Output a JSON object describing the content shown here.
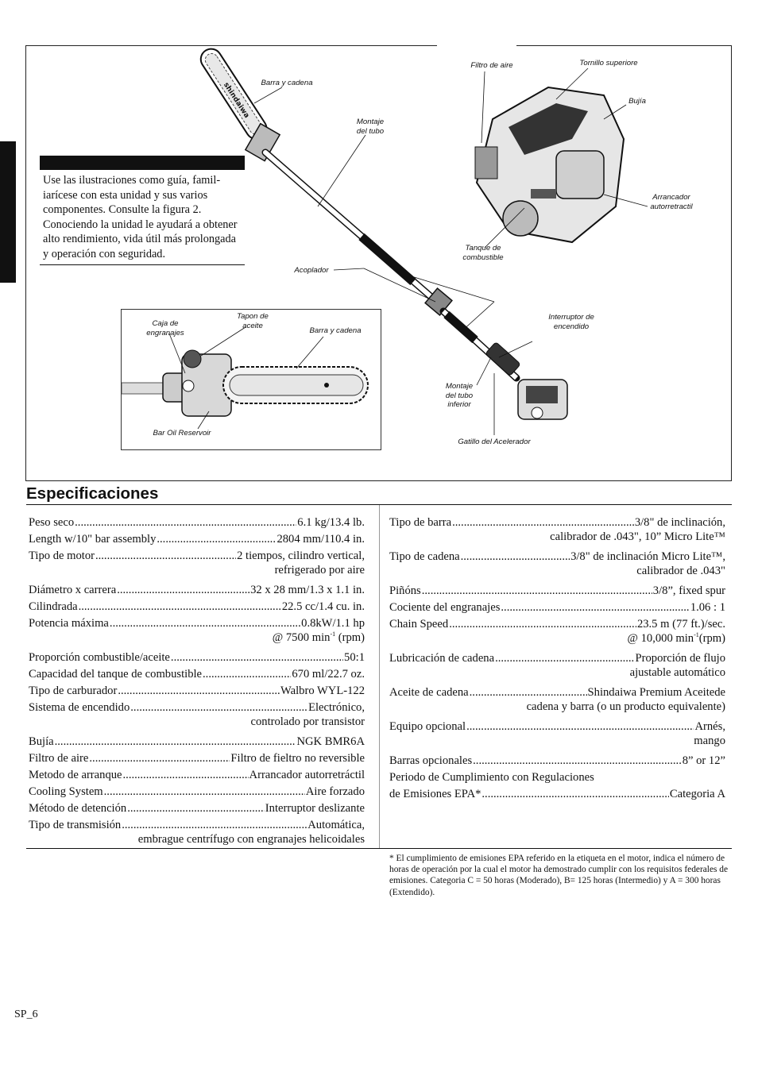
{
  "figure": {
    "intro_text": "Use las ilustraciones como guía, famil-iarícese con esta unidad y sus varios componentes. Consulte la figura 2. Conociendo la unidad le ayudará a obtener alto rendimiento, vida útil más prolongada y operación con seguridad.",
    "brand_on_bar": "shindaiwa",
    "labels": {
      "barra_cadena_top": "Barra y cadena",
      "montaje_tubo": [
        "Montaje",
        "del tubo"
      ],
      "acoplador": "Acoplador",
      "filtro_aire": "Filtro de aire",
      "tornillo_superiore": "Tornillo superiore",
      "bujia": "Bujía",
      "arrancador": [
        "Arrancador",
        "autorretractil"
      ],
      "tanque": [
        "Tanque de",
        "combustible"
      ],
      "interruptor": [
        "Interruptor de",
        "encendido"
      ],
      "montaje_inferior": [
        "Montaje",
        "del tubo",
        "inferior"
      ],
      "gatillo": "Gatillo del Acelerador",
      "caja_engranajes": [
        "Caja de",
        "engranajes"
      ],
      "tapon_aceite": [
        "Tapon de",
        "aceite"
      ],
      "barra_cadena_inset": "Barra y cadena",
      "bar_oil_reservoir": "Bar Oil Reservoir"
    }
  },
  "specs": {
    "title": "Especificaciones",
    "left": [
      {
        "name": "Peso seco",
        "value": "6.1 kg/13.4 lb.",
        "cont": ""
      },
      {
        "name": "Length w/10\" bar assembly",
        "value": "2804 mm/110.4 in.",
        "cont": ""
      },
      {
        "name": "Tipo de motor",
        "value": "2 tiempos, cilindro vertical,",
        "cont": "refrigerado por aire"
      },
      {
        "name": "Diámetro x carrera",
        "value": "32 x 28 mm/1.3 x 1.1 in.",
        "cont": ""
      },
      {
        "name": "Cilindrada",
        "value": "22.5 cc/1.4 cu. in.",
        "cont": ""
      },
      {
        "name": "Potencia máxima",
        "value": "0.8kW/1.1 hp",
        "cont_pre": "@ 7500 min",
        "cont_sup": "-1",
        "cont_post": " (rpm)"
      },
      {
        "name": "Proporción combustible/aceite",
        "value": "50:1",
        "cont": ""
      },
      {
        "name": "Capacidad del tanque de combustible",
        "value": "670 ml/22.7 oz.",
        "cont": ""
      },
      {
        "name": "Tipo de carburador",
        "value": "Walbro WYL-122",
        "cont": ""
      },
      {
        "name": "Sistema de encendido",
        "value": "Electrónico,",
        "cont": "controlado por transistor"
      },
      {
        "name": "Bujía",
        "value": "NGK BMR6A",
        "cont": ""
      },
      {
        "name": "Filtro de aire",
        "value": "Filtro de fieltro no reversible",
        "cont": ""
      },
      {
        "name": "Metodo de arranque",
        "value": "Arrancador autorretráctil",
        "cont": ""
      },
      {
        "name": "Cooling System",
        "value": "Aire forzado",
        "cont": ""
      },
      {
        "name": "Método de detención",
        "value": "Interruptor deslizante",
        "cont": ""
      },
      {
        "name": "Tipo de transmisión",
        "value": "Automática,",
        "cont": "embrague centrífugo con engranajes helicoidales"
      }
    ],
    "right": [
      {
        "name": "Tipo de barra",
        "value": "3/8\" de inclinación,",
        "cont": "calibrador de .043\", 10” Micro Lite™"
      },
      {
        "name": "Tipo de cadena",
        "value": "3/8\" de inclinación Micro Lite™,",
        "cont": "calibrador de  .043\""
      },
      {
        "name": "Piñóns",
        "value": "3/8”, fixed spur",
        "cont": ""
      },
      {
        "name": "Cociente del engranajes",
        "value": "1.06 : 1",
        "cont": ""
      },
      {
        "name": "Chain Speed",
        "value": "23.5 m (77 ft.)/sec.",
        "cont_pre": "@ 10,000 min",
        "cont_sup": "-1",
        "cont_post": "(rpm)"
      },
      {
        "name": "Lubricación de cadena",
        "value": "Proporción de flujo",
        "cont": "ajustable automático"
      },
      {
        "name": "Aceite de cadena",
        "value": "Shindaiwa Premium Aceitede",
        "cont": "cadena y barra (o un producto equivalente)"
      },
      {
        "name": "Equipo opcional",
        "value": "Arnés,",
        "cont": "mango"
      },
      {
        "name": "Barras opcionales",
        "value": "8” or 12”",
        "cont": ""
      },
      {
        "name": "Periodo de Cumplimiento con Regulaciones",
        "value": "",
        "cont": "",
        "plain": true
      },
      {
        "name": "de Emisiones EPA*",
        "value": "Categoria A",
        "cont": ""
      }
    ],
    "epa_note": "* El cumplimiento de emisiones EPA referido en la etiqueta en el motor, indica el número de horas de operación por la cual el motor ha demostrado cumplir con los requisitos federales de emisiones.  Categoria C = 50 horas (Moderado), B= 125 horas (Intermedio) y A = 300 horas (Extendido)."
  },
  "page_number": "SP_6"
}
